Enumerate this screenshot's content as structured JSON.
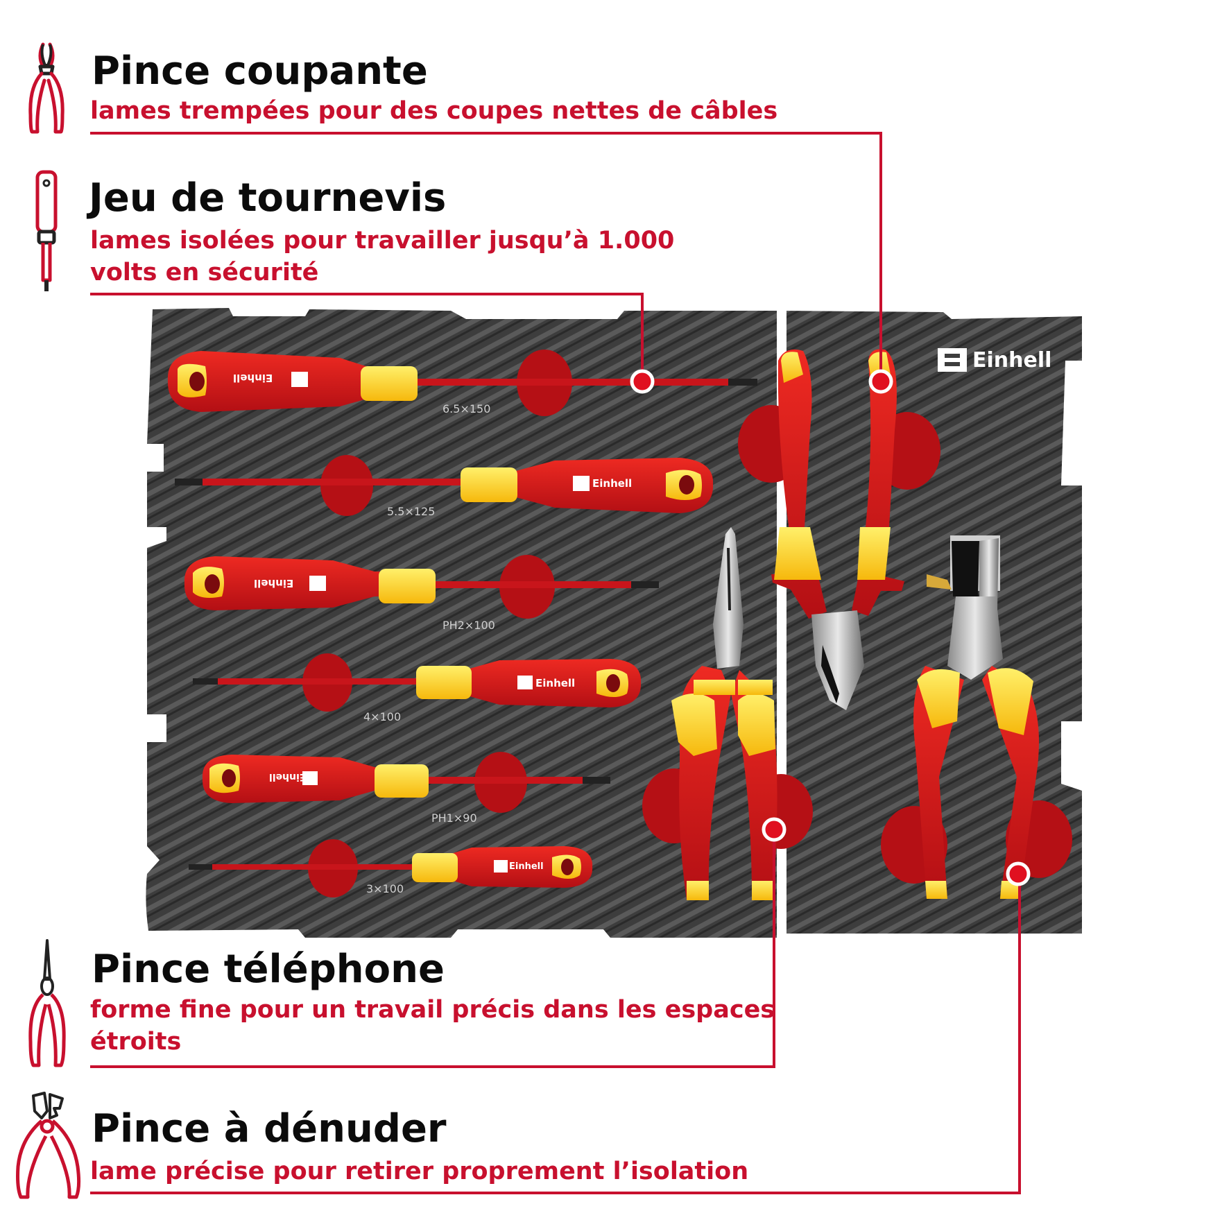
{
  "features": [
    {
      "title": "Pince coupante",
      "desc_lines": [
        "lames trempées pour des coupes nettes de câbles"
      ],
      "icon": "cutting-pliers-icon"
    },
    {
      "title": "Jeu de tournevis",
      "desc_lines": [
        "lames isolées pour travailler jusqu’à 1.000",
        "volts en sécurité"
      ],
      "icon": "screwdriver-icon"
    },
    {
      "title": "Pince téléphone",
      "desc_lines": [
        "forme fine pour un travail précis dans les espaces",
        "étroits"
      ],
      "icon": "needle-nose-pliers-icon"
    },
    {
      "title": "Pince à dénuder",
      "desc_lines": [
        "lame précise pour retirer proprement l’isolation"
      ],
      "icon": "wire-stripper-icon"
    }
  ],
  "tray": {
    "brand": "Einhell",
    "screwdriver_sizes": [
      "6.5×150",
      "5.5×125",
      "PH2×100",
      "4×100",
      "PH1×90",
      "3×100"
    ]
  },
  "colors": {
    "accent": "#c8102e",
    "handle_red": "#d0161c",
    "handle_yellow": "#ffd21c",
    "foam": "#3a3a3a"
  }
}
